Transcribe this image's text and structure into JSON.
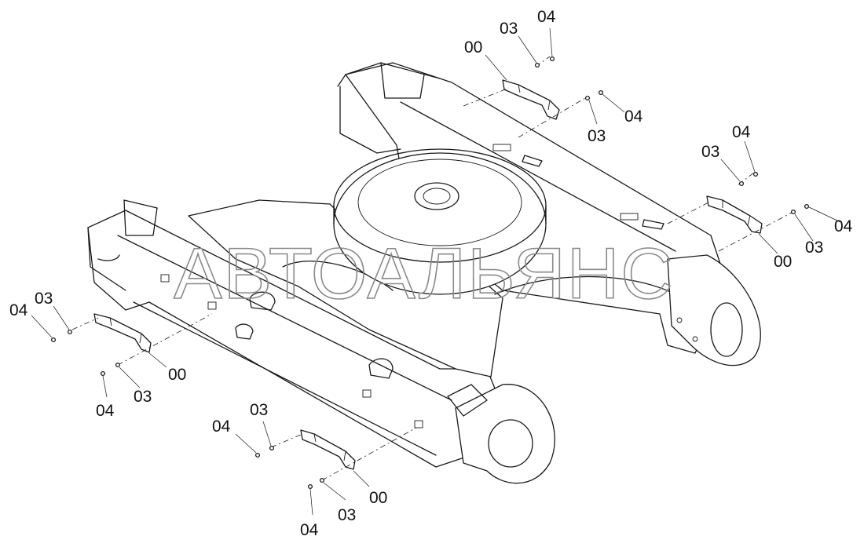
{
  "watermark": "АВТОАЛЬЯНС",
  "labels": [
    "04",
    "03",
    "00",
    "03",
    "04",
    "04",
    "03",
    "00",
    "03",
    "04",
    "03",
    "04",
    "00",
    "04",
    "03",
    "04",
    "03",
    "00",
    "04",
    "03"
  ]
}
